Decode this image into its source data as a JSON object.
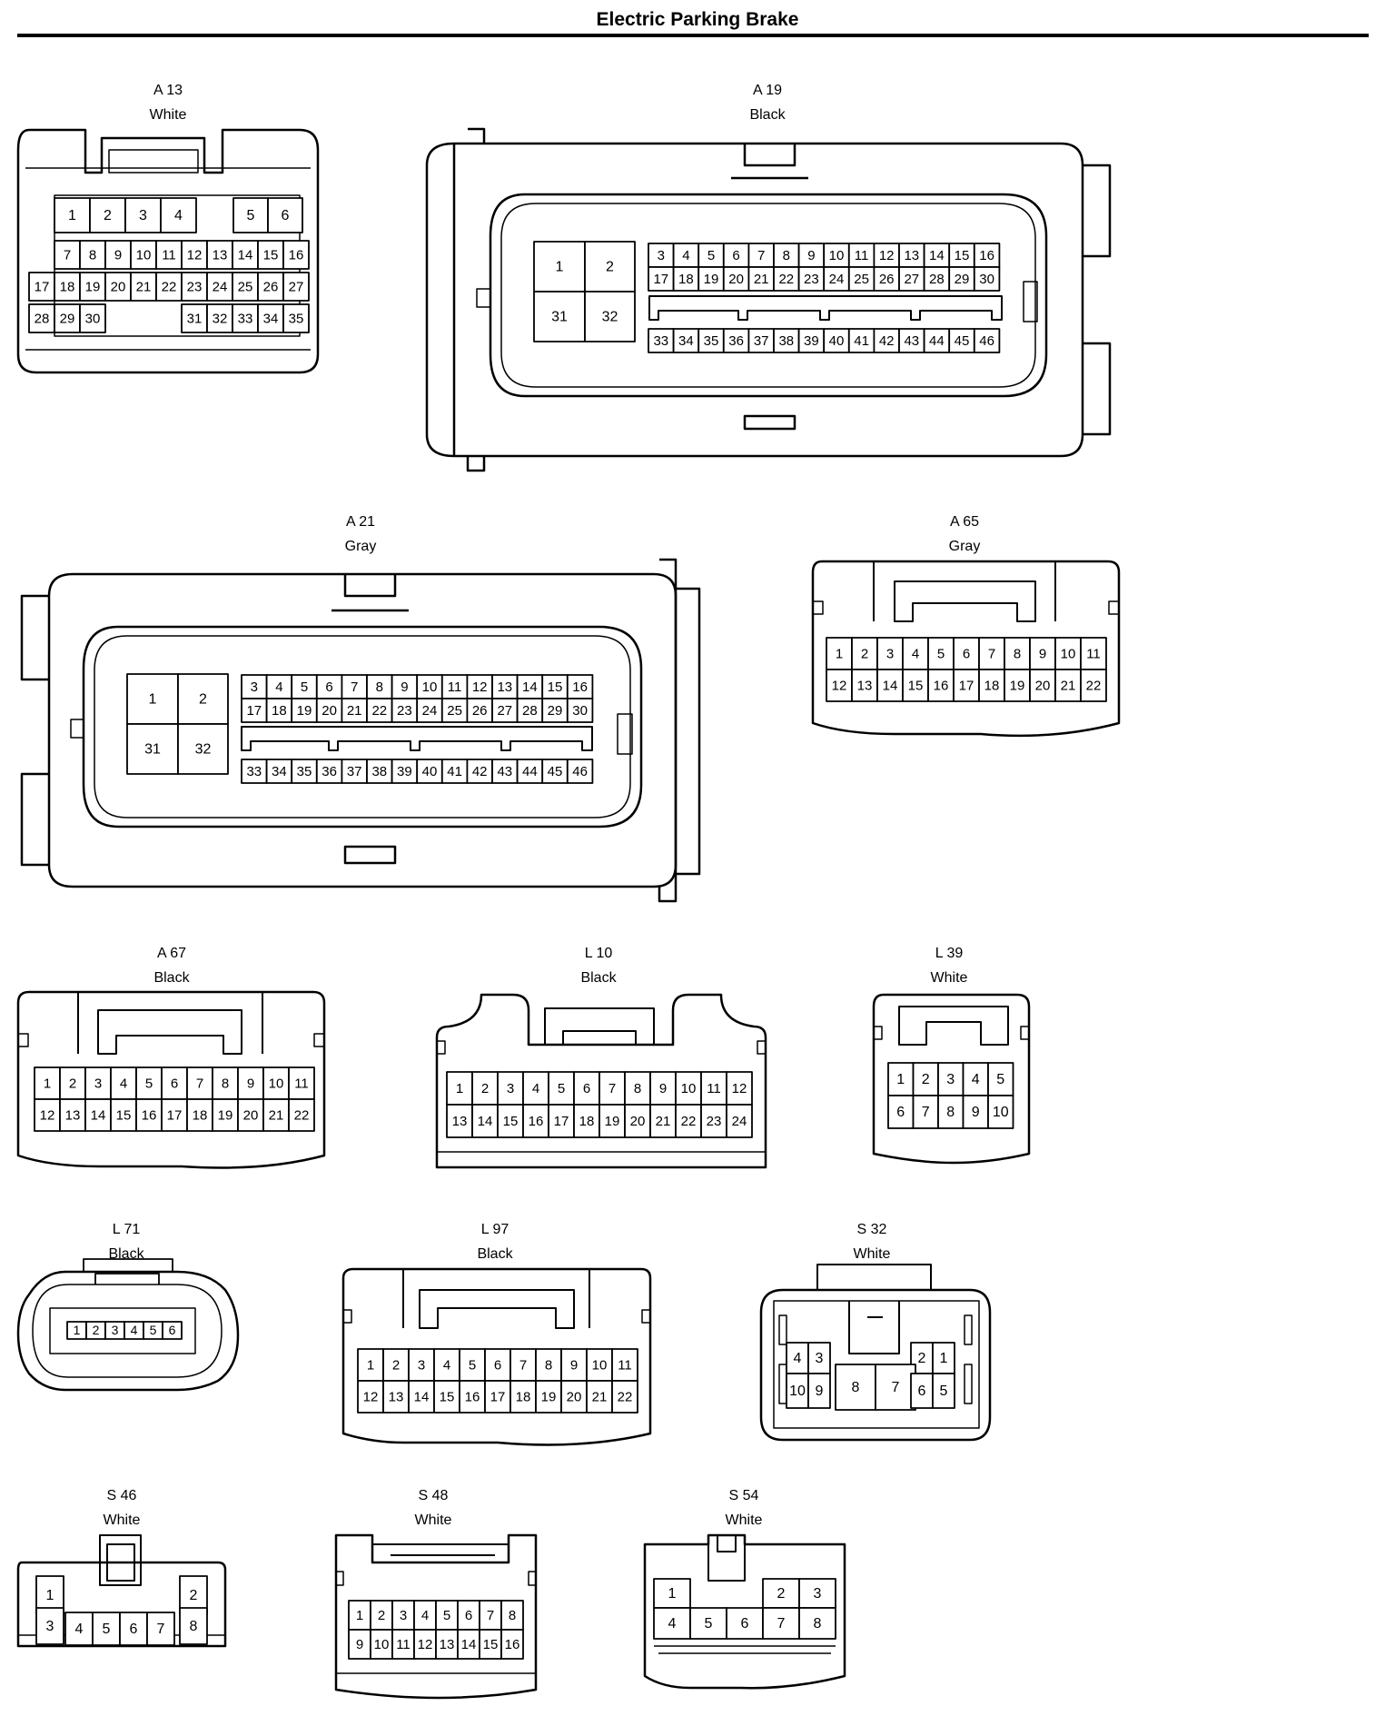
{
  "title": "Electric Parking Brake",
  "connectors": [
    {
      "id": "A13",
      "name": "A 13",
      "color": "White",
      "rows": [
        [
          "1",
          "2",
          "3",
          "4",
          "5",
          "6"
        ],
        [
          "7",
          "8",
          "9",
          "10",
          "11",
          "12",
          "13",
          "14",
          "15",
          "16"
        ],
        [
          "17",
          "18",
          "19",
          "20",
          "21",
          "22",
          "23",
          "24",
          "25",
          "26",
          "27"
        ],
        [
          "28",
          "29",
          "30",
          "31",
          "32",
          "33",
          "34",
          "35"
        ]
      ]
    },
    {
      "id": "A19",
      "name": "A 19",
      "color": "Black",
      "big_pins": [
        "1",
        "2",
        "31",
        "32"
      ],
      "rows": [
        [
          "3",
          "4",
          "5",
          "6",
          "7",
          "8",
          "9",
          "10",
          "11",
          "12",
          "13",
          "14",
          "15",
          "16"
        ],
        [
          "17",
          "18",
          "19",
          "20",
          "21",
          "22",
          "23",
          "24",
          "25",
          "26",
          "27",
          "28",
          "29",
          "30"
        ],
        [
          "33",
          "34",
          "35",
          "36",
          "37",
          "38",
          "39",
          "40",
          "41",
          "42",
          "43",
          "44",
          "45",
          "46"
        ]
      ]
    },
    {
      "id": "A21",
      "name": "A 21",
      "color": "Gray",
      "big_pins": [
        "1",
        "2",
        "31",
        "32"
      ],
      "rows": [
        [
          "3",
          "4",
          "5",
          "6",
          "7",
          "8",
          "9",
          "10",
          "11",
          "12",
          "13",
          "14",
          "15",
          "16"
        ],
        [
          "17",
          "18",
          "19",
          "20",
          "21",
          "22",
          "23",
          "24",
          "25",
          "26",
          "27",
          "28",
          "29",
          "30"
        ],
        [
          "33",
          "34",
          "35",
          "36",
          "37",
          "38",
          "39",
          "40",
          "41",
          "42",
          "43",
          "44",
          "45",
          "46"
        ]
      ]
    },
    {
      "id": "A65",
      "name": "A 65",
      "color": "Gray",
      "rows": [
        [
          "1",
          "2",
          "3",
          "4",
          "5",
          "6",
          "7",
          "8",
          "9",
          "10",
          "11"
        ],
        [
          "12",
          "13",
          "14",
          "15",
          "16",
          "17",
          "18",
          "19",
          "20",
          "21",
          "22"
        ]
      ]
    },
    {
      "id": "A67",
      "name": "A 67",
      "color": "Black",
      "rows": [
        [
          "1",
          "2",
          "3",
          "4",
          "5",
          "6",
          "7",
          "8",
          "9",
          "10",
          "11"
        ],
        [
          "12",
          "13",
          "14",
          "15",
          "16",
          "17",
          "18",
          "19",
          "20",
          "21",
          "22"
        ]
      ]
    },
    {
      "id": "L10",
      "name": "L 10",
      "color": "Black",
      "rows": [
        [
          "1",
          "2",
          "3",
          "4",
          "5",
          "6",
          "7",
          "8",
          "9",
          "10",
          "11",
          "12"
        ],
        [
          "13",
          "14",
          "15",
          "16",
          "17",
          "18",
          "19",
          "20",
          "21",
          "22",
          "23",
          "24"
        ]
      ]
    },
    {
      "id": "L39",
      "name": "L 39",
      "color": "White",
      "rows": [
        [
          "1",
          "2",
          "3",
          "4",
          "5"
        ],
        [
          "6",
          "7",
          "8",
          "9",
          "10"
        ]
      ]
    },
    {
      "id": "L71",
      "name": "L 71",
      "color": "Black",
      "rows": [
        [
          "1",
          "2",
          "3",
          "4",
          "5",
          "6"
        ]
      ]
    },
    {
      "id": "L97",
      "name": "L 97",
      "color": "Black",
      "rows": [
        [
          "1",
          "2",
          "3",
          "4",
          "5",
          "6",
          "7",
          "8",
          "9",
          "10",
          "11"
        ],
        [
          "12",
          "13",
          "14",
          "15",
          "16",
          "17",
          "18",
          "19",
          "20",
          "21",
          "22"
        ]
      ]
    },
    {
      "id": "S32",
      "name": "S 32",
      "color": "White",
      "pins": [
        "4",
        "3",
        "2",
        "1",
        "10",
        "9",
        "8",
        "7",
        "6",
        "5"
      ]
    },
    {
      "id": "S46",
      "name": "S 46",
      "color": "White",
      "pins": [
        "1",
        "2",
        "3",
        "4",
        "5",
        "6",
        "7",
        "8"
      ]
    },
    {
      "id": "S48",
      "name": "S 48",
      "color": "White",
      "rows": [
        [
          "1",
          "2",
          "3",
          "4",
          "5",
          "6",
          "7",
          "8"
        ],
        [
          "9",
          "10",
          "11",
          "12",
          "13",
          "14",
          "15",
          "16"
        ]
      ]
    },
    {
      "id": "S54",
      "name": "S 54",
      "color": "White",
      "pins": [
        "1",
        "2",
        "3",
        "4",
        "5",
        "6",
        "7",
        "8"
      ]
    }
  ]
}
